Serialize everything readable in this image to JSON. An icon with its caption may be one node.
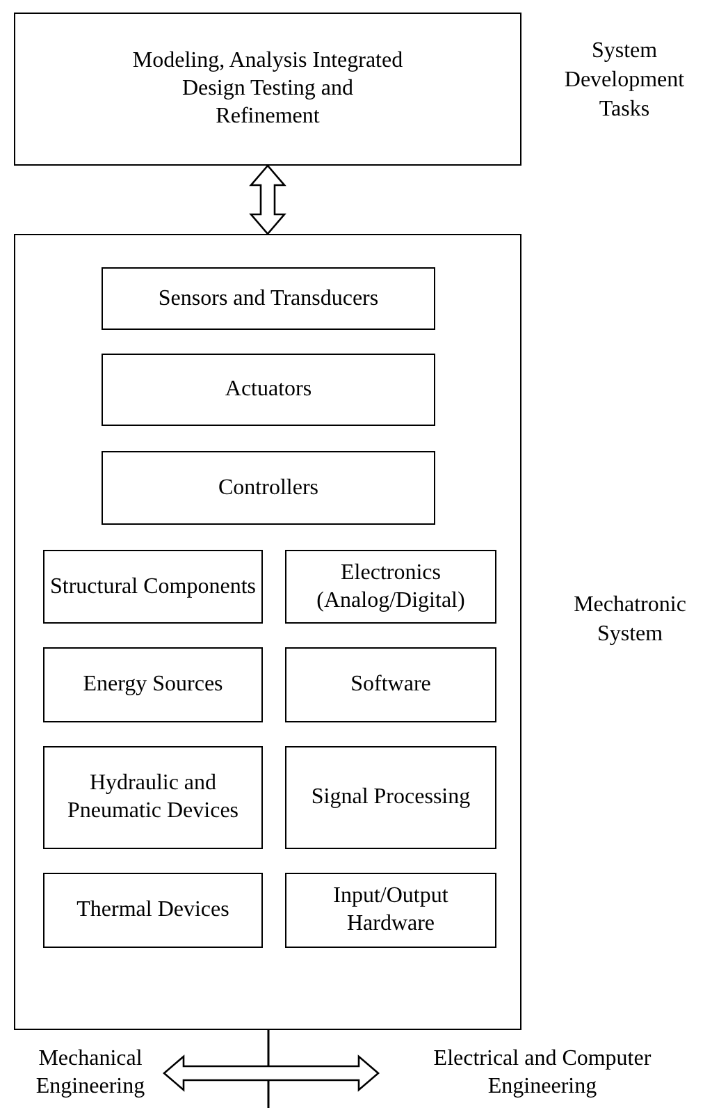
{
  "diagram": {
    "nodes": [
      {
        "text": [
          "Modeling, Analysis Integrated Design Testing and Refinement"
        ],
        "beside": [
          "System Development Tasks"
        ]
      },
      {
        "text": [],
        "shape": "box",
        "beside": [
          "Mechatronic System"
        ]
      },
      {
        "text": [
          "Sensors and Transducers"
        ],
        "in": 1
      },
      {
        "text": [
          "Actuators"
        ],
        "in": 1
      },
      {
        "text": [
          "Controllers"
        ],
        "in": 1
      },
      {
        "text": [
          "Structural Components"
        ],
        "in": 1
      },
      {
        "text": [
          "Electronics (Analog/Digital)"
        ],
        "in": 1
      },
      {
        "text": [
          "Energy Sources"
        ],
        "in": 1
      },
      {
        "text": [
          "Software"
        ],
        "in": 1
      },
      {
        "text": [
          "Hydraulic and Pneumatic Devices"
        ],
        "in": 1
      },
      {
        "text": [
          "Signal Processing"
        ],
        "in": 1
      },
      {
        "text": [
          "Thermal Devices"
        ],
        "in": 1
      },
      {
        "text": [
          "Input/Output Hardware"
        ],
        "in": 1
      },
      {
        "text": [
          "Mechanical Engineering"
        ]
      },
      {
        "text": [
          "Electrical and Computer Engineering"
        ]
      }
    ],
    "edges": [
      {
        "from": 0,
        "to": 1,
        "arrow": "both"
      },
      {
        "from": 13,
        "to": 14,
        "arrow": "both"
      }
    ]
  }
}
